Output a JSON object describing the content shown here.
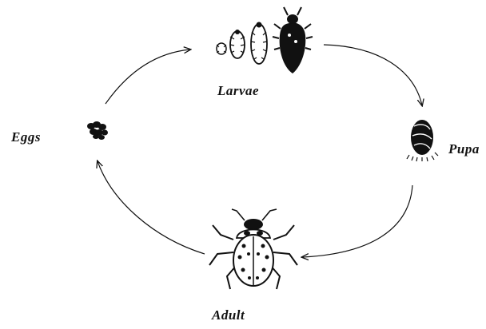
{
  "diagram": {
    "stages": {
      "eggs": "Eggs",
      "larvae": "Larvae",
      "pupa": "Pupa",
      "adult": "Adult"
    },
    "cycle_order": [
      "Eggs",
      "Larvae",
      "Pupa",
      "Adult"
    ],
    "colors": {
      "ink": "#111111",
      "background": "#ffffff"
    }
  }
}
